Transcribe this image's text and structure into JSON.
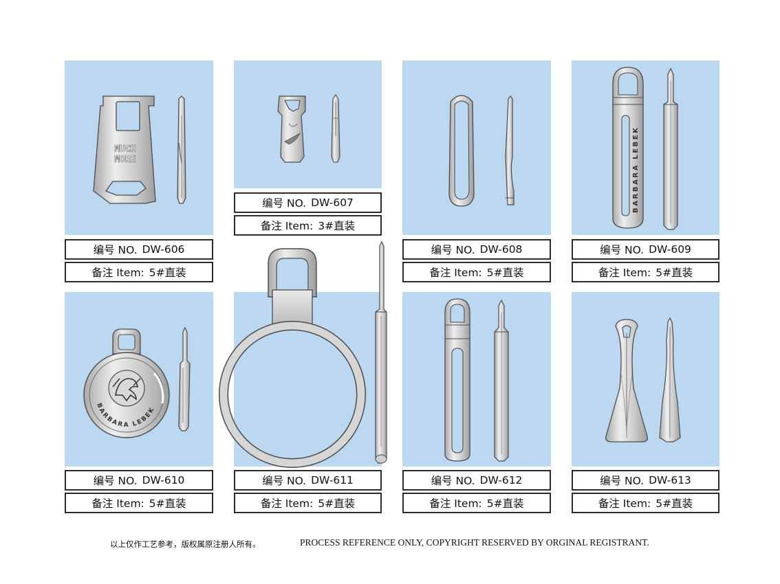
{
  "items": [
    {
      "no_prefix": "编号 NO.",
      "code": "DW-606",
      "note_prefix": "备注 Item:",
      "note": "5#直装",
      "engraving": [
        "MUCH",
        "MORE"
      ]
    },
    {
      "no_prefix": "编号 NO.",
      "code": "DW-607",
      "note_prefix": "备注 Item:",
      "note": "3#直装"
    },
    {
      "no_prefix": "编号 NO.",
      "code": "DW-608",
      "note_prefix": "备注 Item:",
      "note": "5#直装"
    },
    {
      "no_prefix": "编号 NO.",
      "code": "DW-609",
      "note_prefix": "备注 Item:",
      "note": "5#直装",
      "engraving": "BARBARA LEBEK"
    },
    {
      "no_prefix": "编号 NO.",
      "code": "DW-610",
      "note_prefix": "备注 Item:",
      "note": "5#直装",
      "engraving": "BARBARA LEBEK"
    },
    {
      "no_prefix": "编号 NO.",
      "code": "DW-611",
      "note_prefix": "备注 Item:",
      "note": "5#直装"
    },
    {
      "no_prefix": "编号 NO.",
      "code": "DW-612",
      "note_prefix": "备注 Item:",
      "note": "5#直装"
    },
    {
      "no_prefix": "编号 NO.",
      "code": "DW-613",
      "note_prefix": "备注 Item:",
      "note": "5#直装"
    }
  ],
  "colors": {
    "panel": "#bcd8f0",
    "metal": "#cfcfcf",
    "outline": "#4a4a4a"
  },
  "footer": {
    "cn": "以上仅作工艺参考，版权属原注册人所有。",
    "en": "PROCESS REFERENCE ONLY, COPYRIGHT RESERVED BY ORGINAL REGISTRANT."
  }
}
